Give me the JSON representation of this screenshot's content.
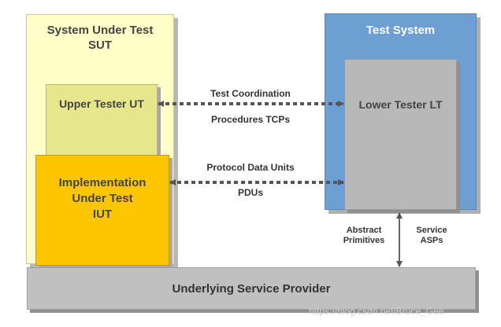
{
  "sut": {
    "line1": "System Under Test",
    "line2": "SUT"
  },
  "test_system": {
    "title": "Test  System"
  },
  "upper_tester": {
    "label": "Upper Tester UT"
  },
  "iut": {
    "line1": "Implementation",
    "line2": "Under Test",
    "line3": "IUT"
  },
  "lower_tester": {
    "label": "Lower Tester LT"
  },
  "provider": {
    "label": "Underlying Service Provider"
  },
  "coordination": {
    "line1": "Test Coordination",
    "line2": "Procedures TCPs"
  },
  "pdu": {
    "line1": "Protocol Data Units",
    "line2": "PDUs"
  },
  "asp": {
    "left_line1": "Abstract",
    "left_line2": "Primitives",
    "right_line1": "Service",
    "right_line2": "ASPs"
  },
  "watermark": "https://blog.csdn.net/Bruce_Gee"
}
